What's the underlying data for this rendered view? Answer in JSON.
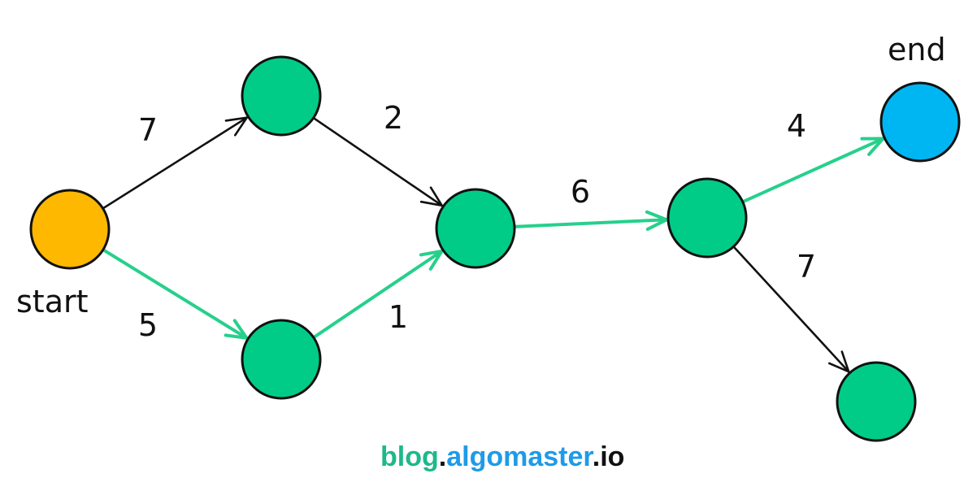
{
  "diagram": {
    "labels": {
      "start": "start",
      "end": "end"
    },
    "colors": {
      "start_node": "#FFB800",
      "end_node": "#00B6F2",
      "normal_node": "#00CC88",
      "highlight_edge": "#26D08C",
      "normal_edge": "#111111"
    },
    "nodes": [
      {
        "id": "start",
        "role": "start"
      },
      {
        "id": "top",
        "role": "normal"
      },
      {
        "id": "bottom",
        "role": "normal"
      },
      {
        "id": "mid",
        "role": "normal"
      },
      {
        "id": "right",
        "role": "normal"
      },
      {
        "id": "end",
        "role": "end"
      },
      {
        "id": "low",
        "role": "normal"
      }
    ],
    "edges": [
      {
        "id": "start-top",
        "from": "start",
        "to": "top",
        "weight": "7",
        "highlight": false
      },
      {
        "id": "start-bottom",
        "from": "start",
        "to": "bottom",
        "weight": "5",
        "highlight": true
      },
      {
        "id": "top-mid",
        "from": "top",
        "to": "mid",
        "weight": "2",
        "highlight": false
      },
      {
        "id": "bottom-mid",
        "from": "bottom",
        "to": "mid",
        "weight": "1",
        "highlight": true
      },
      {
        "id": "mid-right",
        "from": "mid",
        "to": "right",
        "weight": "6",
        "highlight": true
      },
      {
        "id": "right-end",
        "from": "right",
        "to": "end",
        "weight": "4",
        "highlight": true
      },
      {
        "id": "right-low",
        "from": "right",
        "to": "low",
        "weight": "7",
        "highlight": false
      }
    ]
  },
  "watermark": {
    "part1": "blog",
    "dot1": ".",
    "part2": "algomaster",
    "dot2": ".",
    "part3": "io",
    "color1": "#1DB98A",
    "color2": "#1E9BE8",
    "color3": "#111111"
  }
}
